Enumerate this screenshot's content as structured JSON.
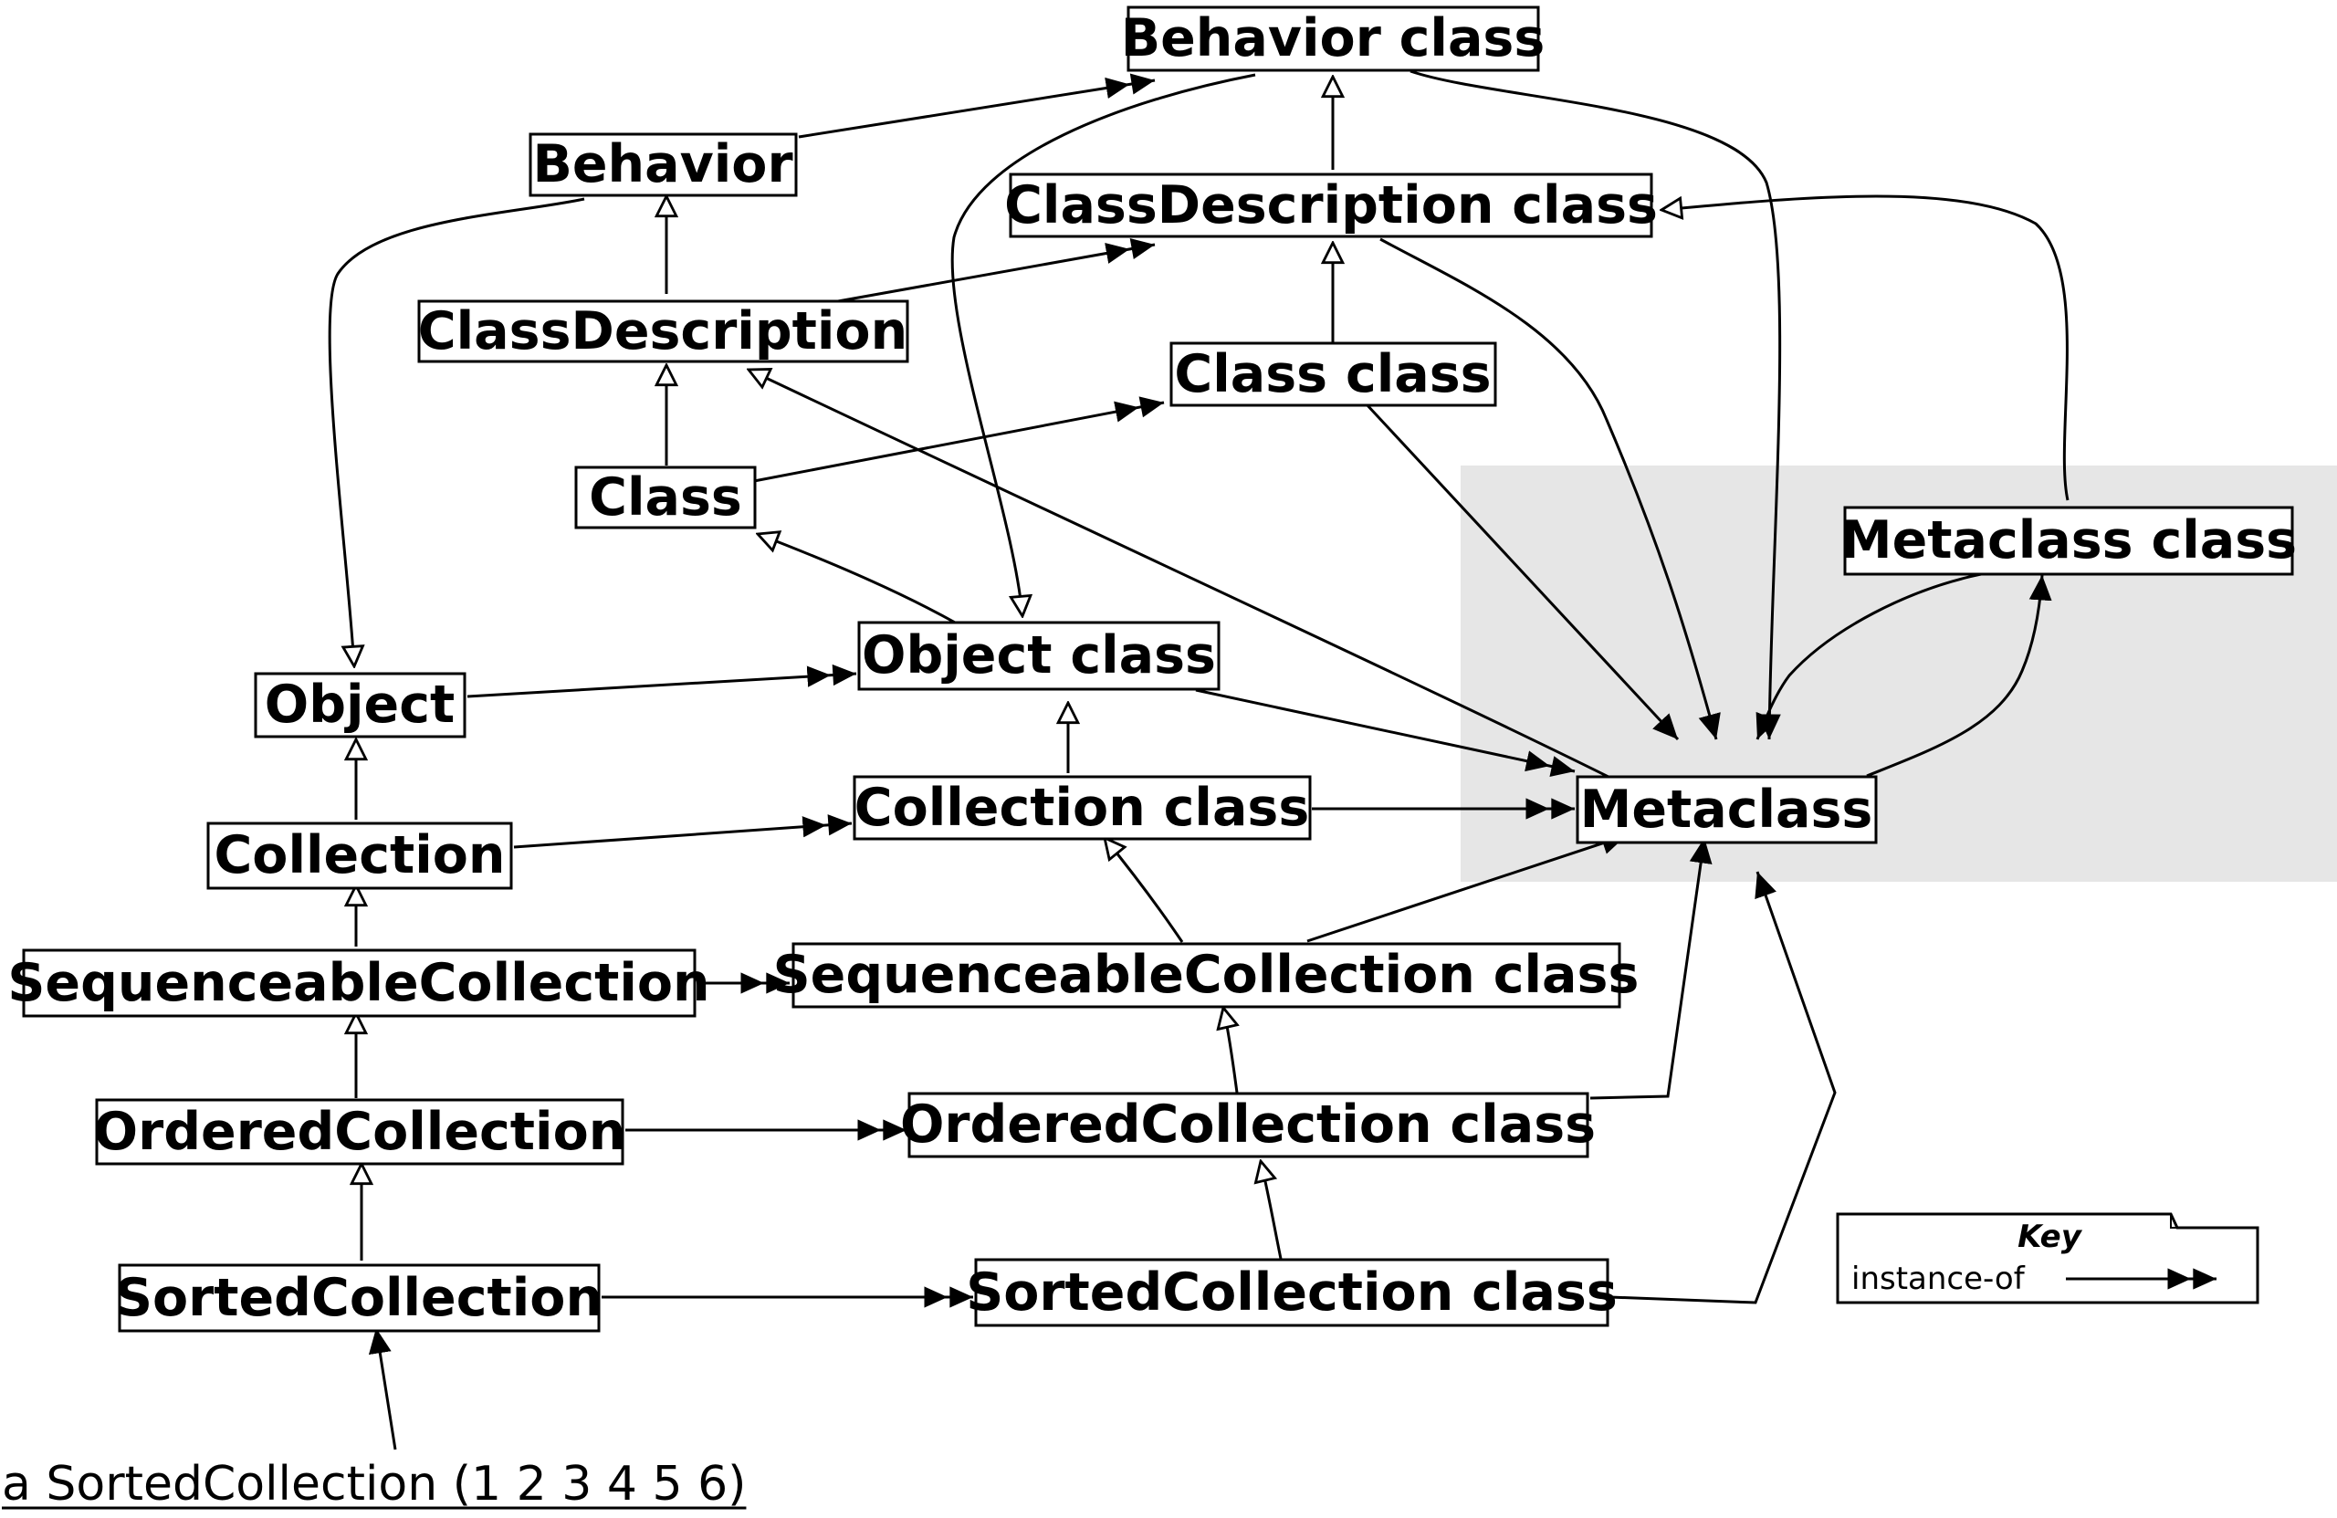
{
  "nodes": {
    "behavior_class": "Behavior class",
    "behavior": "Behavior",
    "classdescription_class": "ClassDescription class",
    "classdescription": "ClassDescription",
    "class_class": "Class class",
    "class": "Class",
    "metaclass_class": "Metaclass class",
    "object": "Object",
    "object_class": "Object class",
    "collection": "Collection",
    "collection_class": "Collection class",
    "metaclass": "Metaclass",
    "sequenceablecollection": "SequenceableCollection",
    "sequenceablecollection_class": "SequenceableCollection class",
    "orderedcollection": "OrderedCollection",
    "orderedcollection_class": "OrderedCollection class",
    "sortedcollection": "SortedCollection",
    "sortedcollection_class": "SortedCollection class"
  },
  "instance": "a SortedCollection (1 2 3 4 5 6)",
  "key": {
    "title": "Key",
    "instance_of": "instance-of"
  },
  "colors": {
    "highlight": "#e6e6e6",
    "line": "#000000"
  }
}
